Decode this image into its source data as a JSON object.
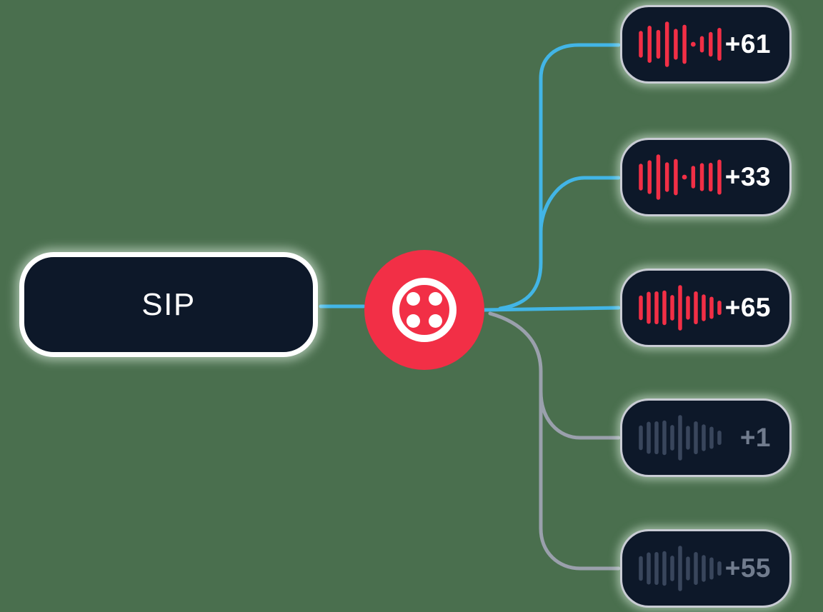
{
  "canvas": {
    "background": "#4A6F4E"
  },
  "colors": {
    "box_fill": "#0D1829",
    "box_border": "#C9CCD4",
    "sip_border": "#FFFFFF",
    "line_active": "#42B5E6",
    "line_muted": "#9AA0AC",
    "wave_active": "#F22F46",
    "wave_muted": "#39465C",
    "text_active": "#FFFFFF",
    "text_muted": "#717C8E",
    "hub_red": "#F22F46",
    "hub_mark": "#FFFFFF"
  },
  "source": {
    "label": "SIP"
  },
  "hub": {
    "icon": "twilio-logo-icon"
  },
  "destinations": [
    {
      "label": "+61",
      "state": "active",
      "wave": [
        0.55,
        0.8,
        0.6,
        1.0,
        0.65,
        0.85,
        0.02,
        0.3,
        0.5,
        0.7
      ]
    },
    {
      "label": "+33",
      "state": "active",
      "wave": [
        0.55,
        0.72,
        1.0,
        0.62,
        0.78,
        0.02,
        0.45,
        0.58,
        0.6,
        0.75
      ]
    },
    {
      "label": "+65",
      "state": "active",
      "wave": [
        0.5,
        0.68,
        0.7,
        0.74,
        0.52,
        1.0,
        0.48,
        0.7,
        0.55,
        0.44,
        0.25
      ]
    },
    {
      "label": "+1",
      "state": "muted",
      "wave": [
        0.5,
        0.68,
        0.7,
        0.74,
        0.52,
        1.0,
        0.48,
        0.7,
        0.55,
        0.44,
        0.25
      ]
    },
    {
      "label": "+55",
      "state": "muted",
      "wave": [
        0.5,
        0.68,
        0.7,
        0.74,
        0.52,
        1.0,
        0.48,
        0.7,
        0.55,
        0.44,
        0.25
      ]
    }
  ]
}
